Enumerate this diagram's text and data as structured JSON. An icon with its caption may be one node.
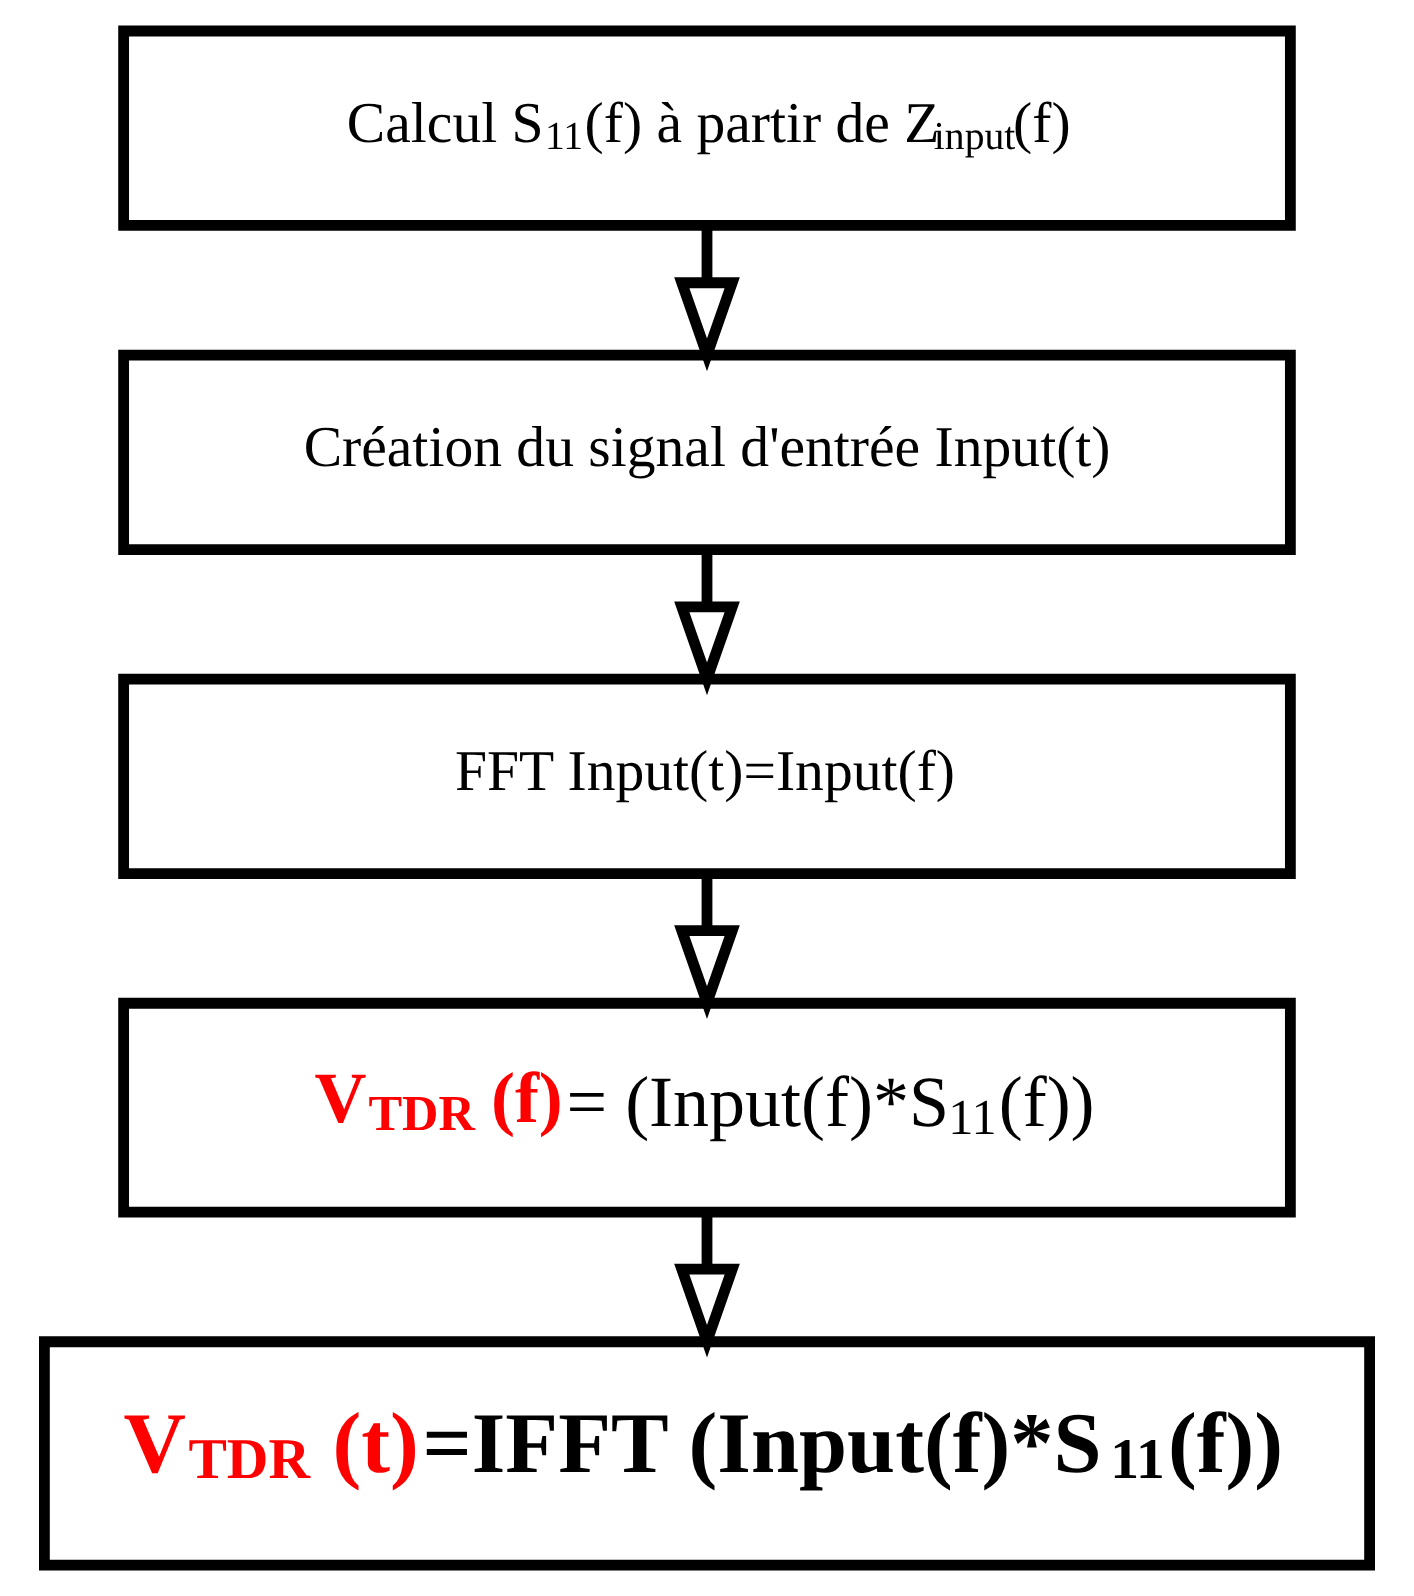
{
  "diagram": {
    "nodes": [
      {
        "text": [
          "Calcul S$_{11}$(f) à partir de Z$_{input}$(f)"
        ]
      },
      {
        "text": [
          "Création du signal d'entrée Input(t)"
        ]
      },
      {
        "text": [
          "FFT Input(t)=Input(f)"
        ]
      },
      {
        "text": [
          "**V$_{TDR}$ (f)**= (Input(f)*S$_{11}$(f))"
        ]
      },
      {
        "text": [
          "V$_{TDR}$ (t)=IFFT (Input(f)*S$_{11}$(f))"
        ]
      }
    ],
    "edges": [
      {
        "from": 0,
        "to": 1,
        "arrow": "to"
      },
      {
        "from": 1,
        "to": 2,
        "arrow": "to"
      },
      {
        "from": 2,
        "to": 3,
        "arrow": "to"
      },
      {
        "from": 3,
        "to": 4,
        "arrow": "to"
      }
    ]
  }
}
